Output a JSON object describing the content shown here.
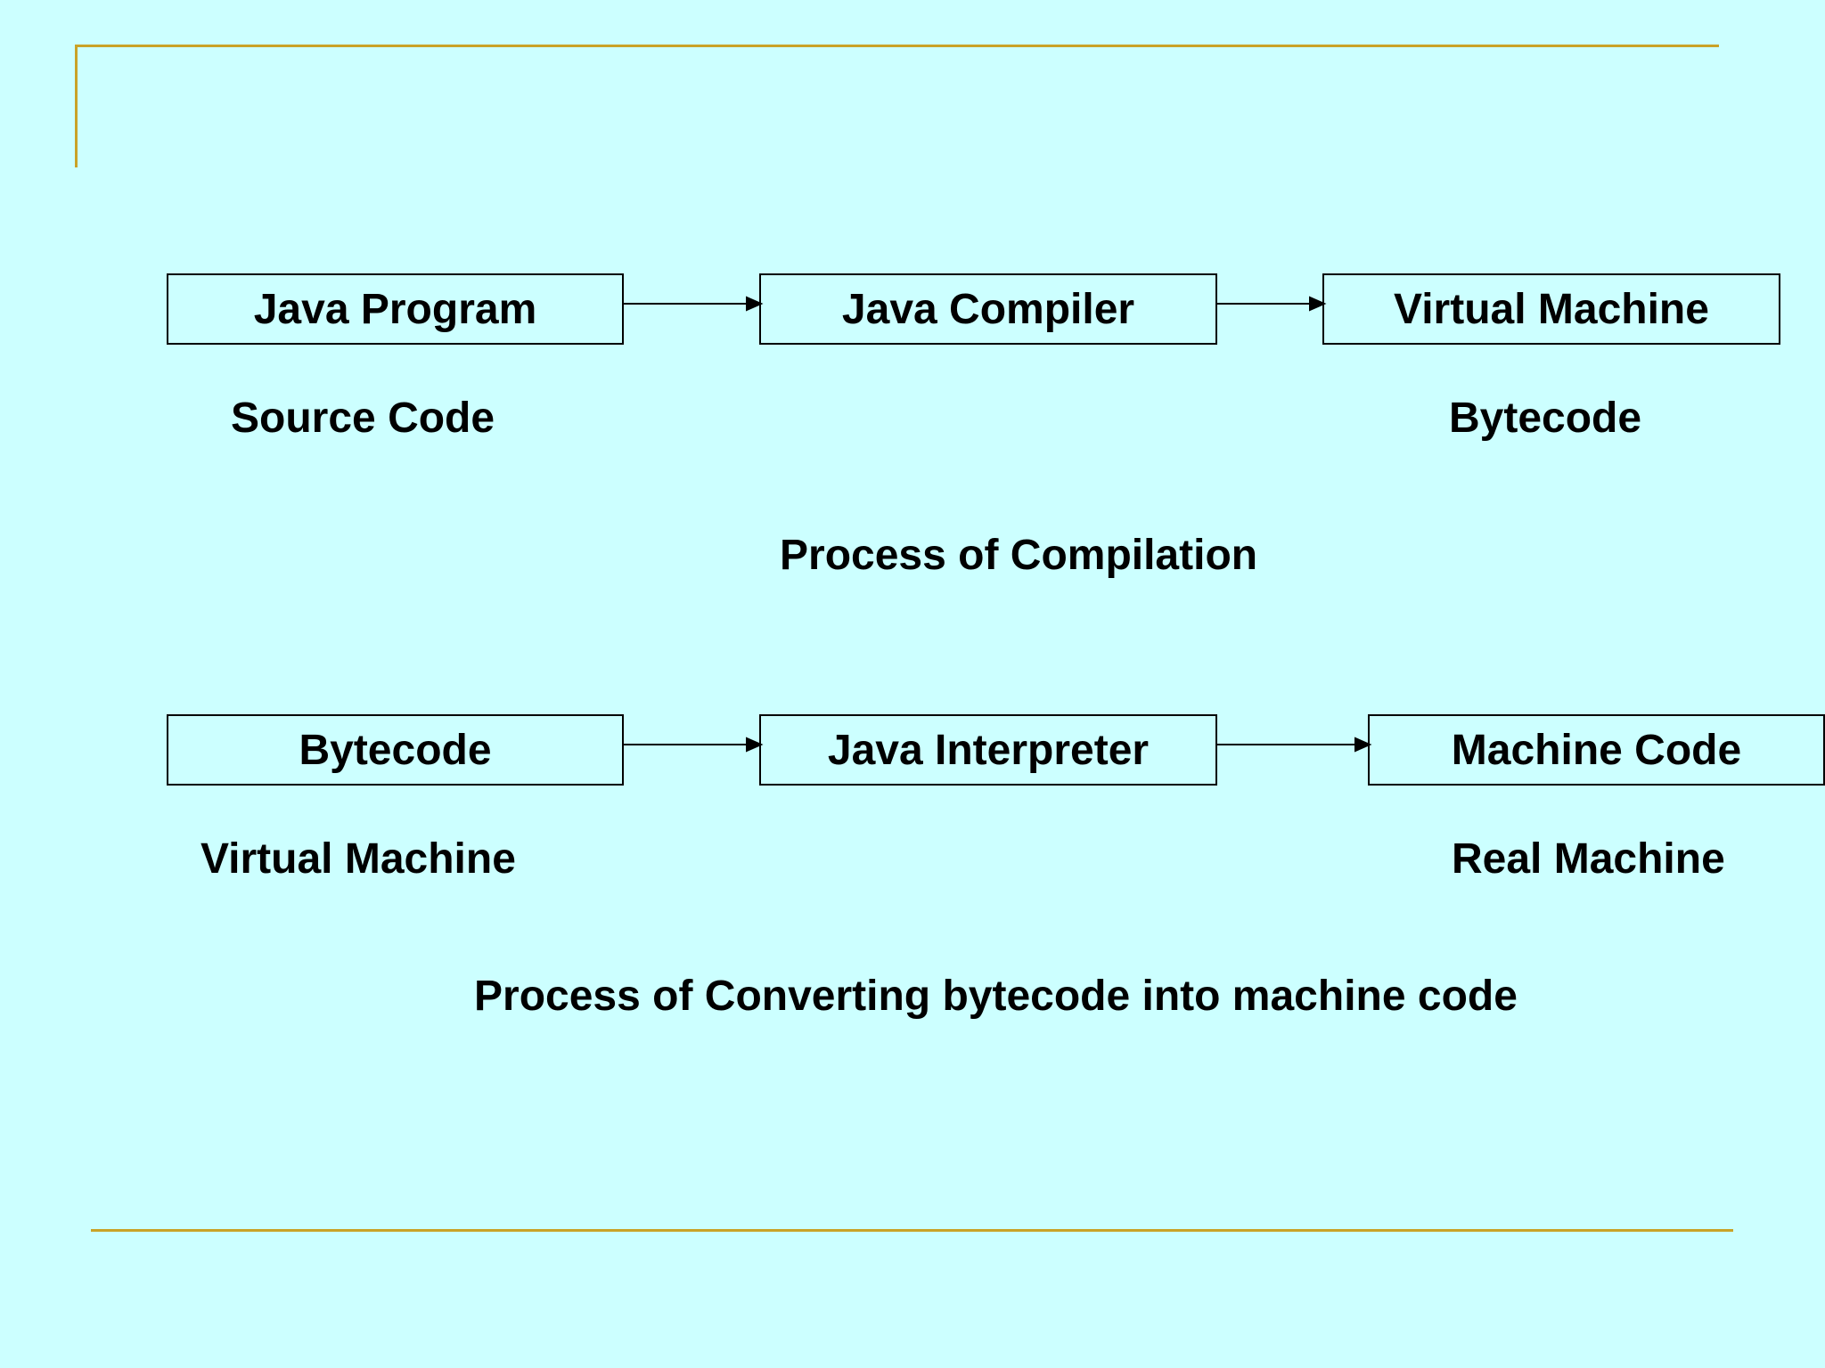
{
  "compilation": {
    "steps": [
      "Java Program",
      "Java Compiler",
      "Virtual Machine"
    ],
    "left_caption": "Source Code",
    "right_caption": "Bytecode",
    "title": "Process of Compilation"
  },
  "interpretation": {
    "steps": [
      "Bytecode",
      "Java Interpreter",
      "Machine Code"
    ],
    "left_caption": "Virtual Machine",
    "right_caption": "Real Machine",
    "title": "Process of Converting bytecode into machine code"
  },
  "colors": {
    "background": "#ccffff",
    "rule": "#c9a227",
    "ink": "#000000"
  }
}
